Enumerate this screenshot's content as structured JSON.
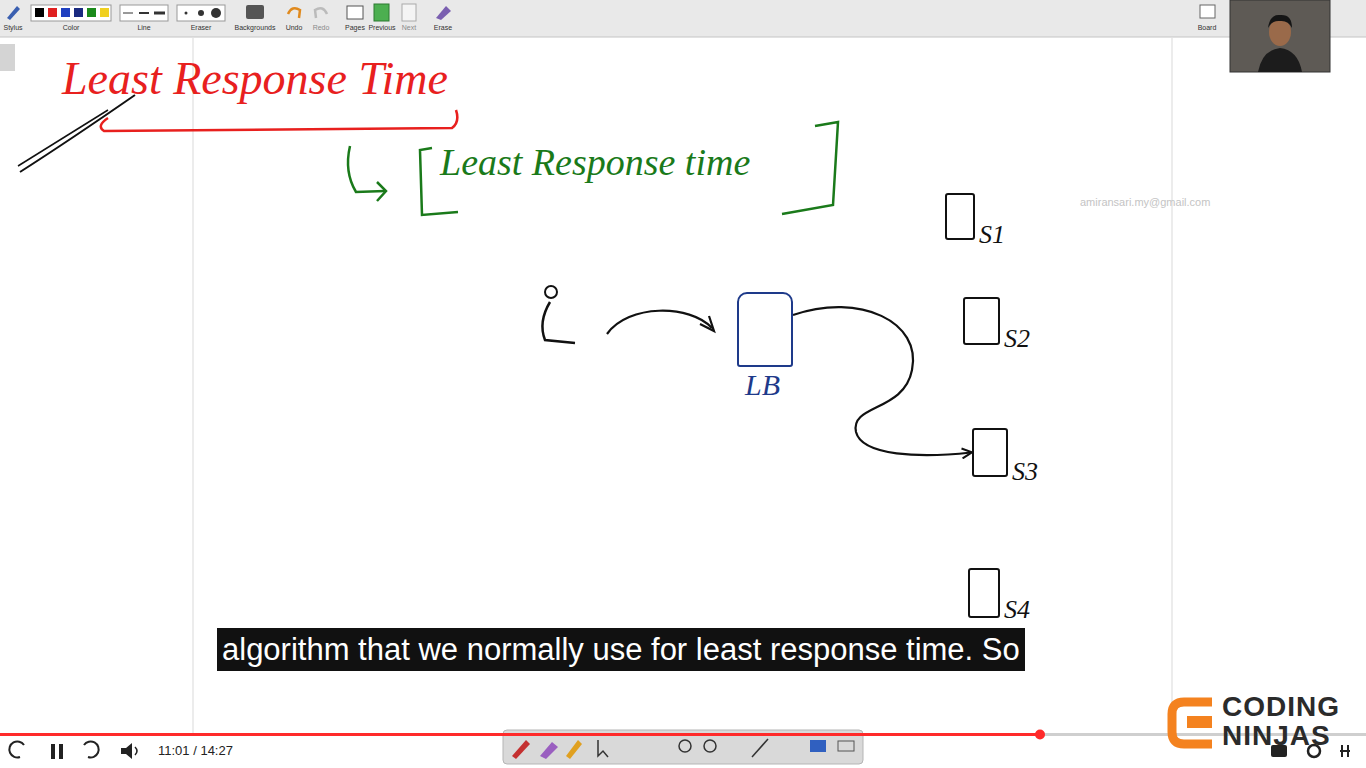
{
  "diagram": {
    "title": "Least Response Time",
    "caption": "algorithm that we normally use for least response time. So",
    "nodes": [
      {
        "text": [
          "LB"
        ]
      },
      {
        "text": [
          "S1"
        ]
      },
      {
        "text": [
          "S2"
        ]
      },
      {
        "text": [
          "S3"
        ]
      },
      {
        "text": [
          "S4"
        ]
      }
    ],
    "edges": [
      {
        "from": 0,
        "to": 3,
        "arrow": "to"
      }
    ],
    "labels": [
      "Stylus",
      "Color",
      "Line",
      "Eraser",
      "Backgrounds",
      "Undo",
      "Redo",
      "Pages",
      "Previous",
      "Next",
      "Erase",
      "Board",
      "Least Response time",
      "amiransari.my@gmail.com",
      "11:01 / 14:27",
      "CODING",
      "NINJAS"
    ]
  }
}
